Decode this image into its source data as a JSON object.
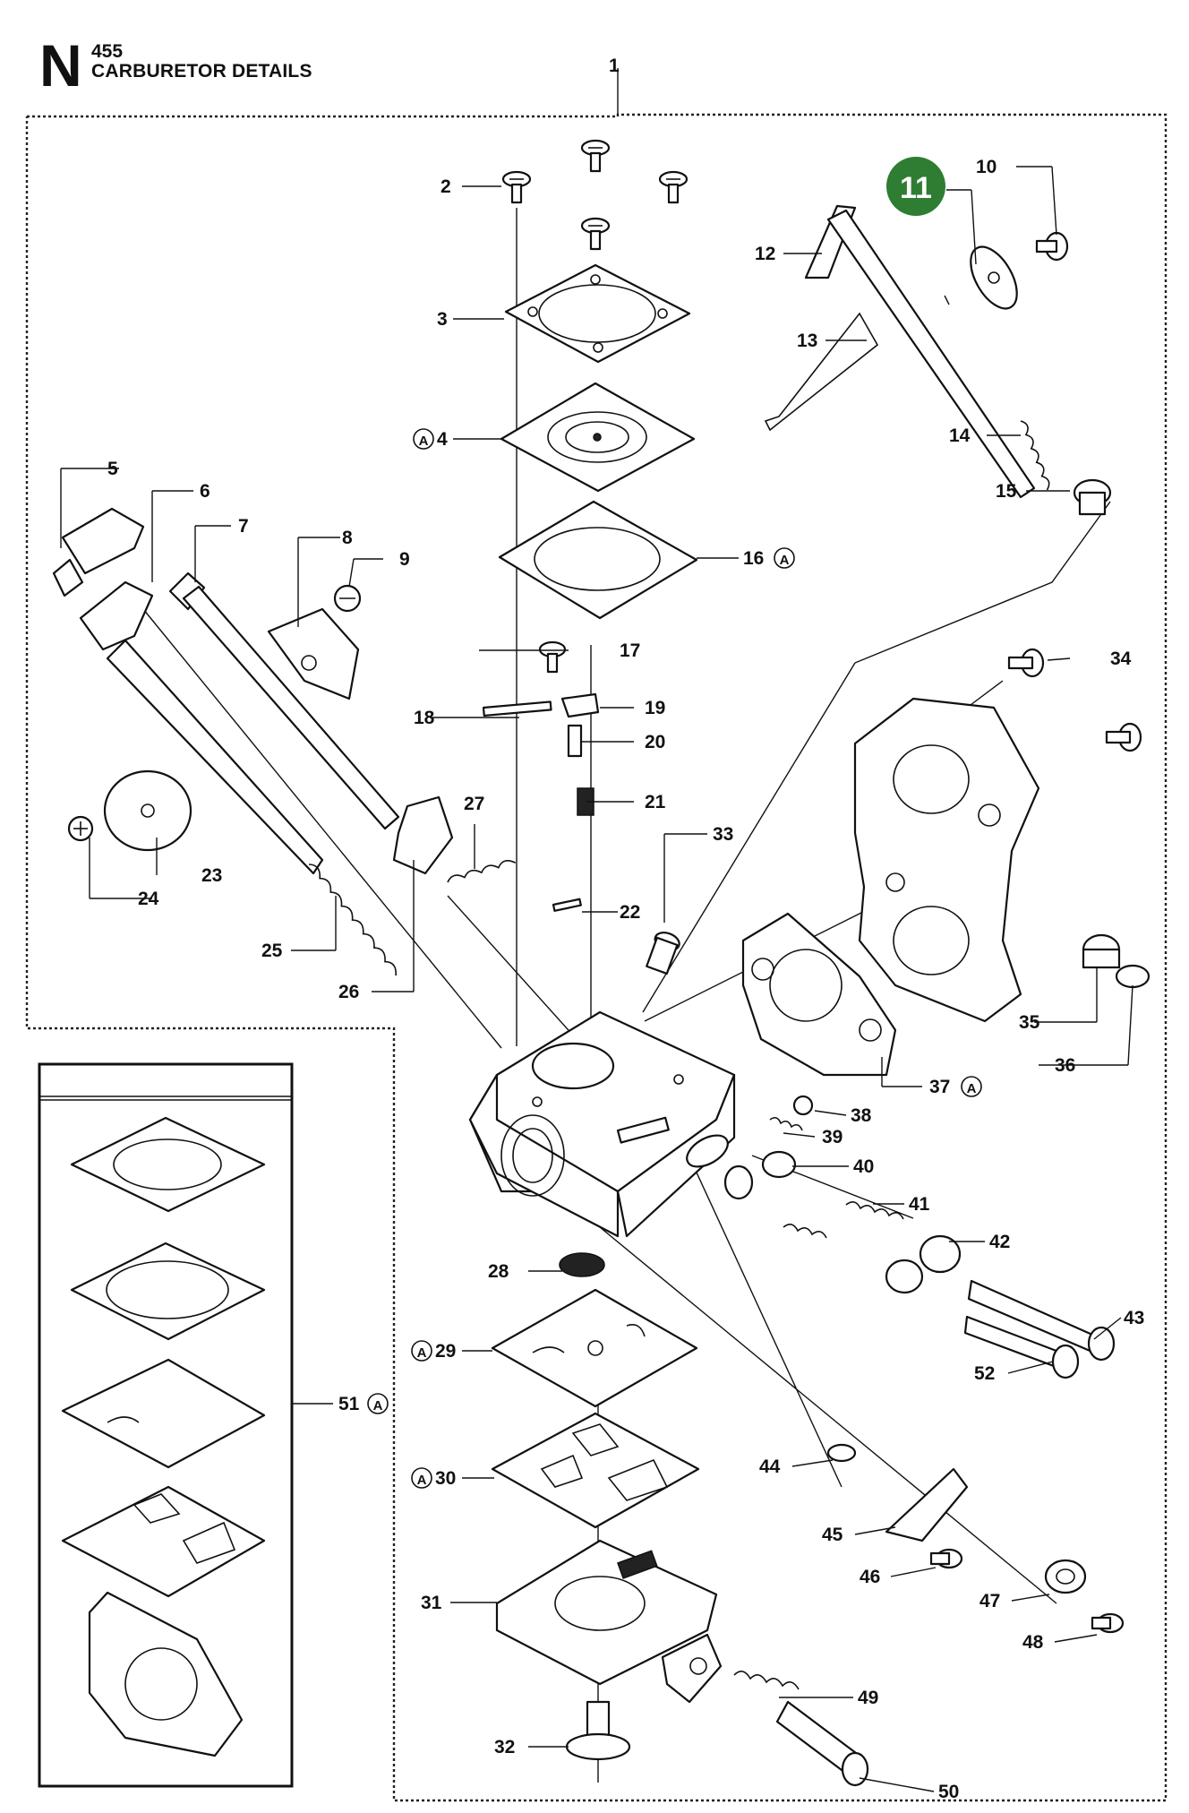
{
  "header": {
    "section_letter": "N",
    "model": "455",
    "title": "CARBURETOR DETAILS"
  },
  "highlight_badge": {
    "text": "11",
    "color": "#2e7d32"
  },
  "kit_marker": "A",
  "parts": [
    {
      "id": "p1",
      "no": "1"
    },
    {
      "id": "p2",
      "no": "2"
    },
    {
      "id": "p3",
      "no": "3"
    },
    {
      "id": "p4",
      "no": "4",
      "kit": true
    },
    {
      "id": "p5",
      "no": "5"
    },
    {
      "id": "p6",
      "no": "6"
    },
    {
      "id": "p7",
      "no": "7"
    },
    {
      "id": "p8",
      "no": "8"
    },
    {
      "id": "p9",
      "no": "9"
    },
    {
      "id": "p10",
      "no": "10"
    },
    {
      "id": "p12",
      "no": "12"
    },
    {
      "id": "p13",
      "no": "13"
    },
    {
      "id": "p14",
      "no": "14"
    },
    {
      "id": "p15",
      "no": "15"
    },
    {
      "id": "p16",
      "no": "16",
      "kit": true
    },
    {
      "id": "p17",
      "no": "17"
    },
    {
      "id": "p18",
      "no": "18"
    },
    {
      "id": "p19",
      "no": "19"
    },
    {
      "id": "p20",
      "no": "20"
    },
    {
      "id": "p21",
      "no": "21"
    },
    {
      "id": "p22",
      "no": "22"
    },
    {
      "id": "p23",
      "no": "23"
    },
    {
      "id": "p24",
      "no": "24"
    },
    {
      "id": "p25",
      "no": "25"
    },
    {
      "id": "p26",
      "no": "26"
    },
    {
      "id": "p27",
      "no": "27"
    },
    {
      "id": "p28",
      "no": "28"
    },
    {
      "id": "p29",
      "no": "29",
      "kit": true
    },
    {
      "id": "p30",
      "no": "30",
      "kit": true
    },
    {
      "id": "p31",
      "no": "31"
    },
    {
      "id": "p32",
      "no": "32"
    },
    {
      "id": "p33",
      "no": "33"
    },
    {
      "id": "p34",
      "no": "34"
    },
    {
      "id": "p35",
      "no": "35"
    },
    {
      "id": "p36",
      "no": "36"
    },
    {
      "id": "p37",
      "no": "37",
      "kit": true
    },
    {
      "id": "p38",
      "no": "38"
    },
    {
      "id": "p39",
      "no": "39"
    },
    {
      "id": "p40",
      "no": "40"
    },
    {
      "id": "p41",
      "no": "41"
    },
    {
      "id": "p42",
      "no": "42"
    },
    {
      "id": "p43",
      "no": "43"
    },
    {
      "id": "p44",
      "no": "44"
    },
    {
      "id": "p45",
      "no": "45"
    },
    {
      "id": "p46",
      "no": "46"
    },
    {
      "id": "p47",
      "no": "47"
    },
    {
      "id": "p48",
      "no": "48"
    },
    {
      "id": "p49",
      "no": "49"
    },
    {
      "id": "p50",
      "no": "50"
    },
    {
      "id": "p51",
      "no": "51",
      "kit": true
    },
    {
      "id": "p52",
      "no": "52"
    }
  ]
}
